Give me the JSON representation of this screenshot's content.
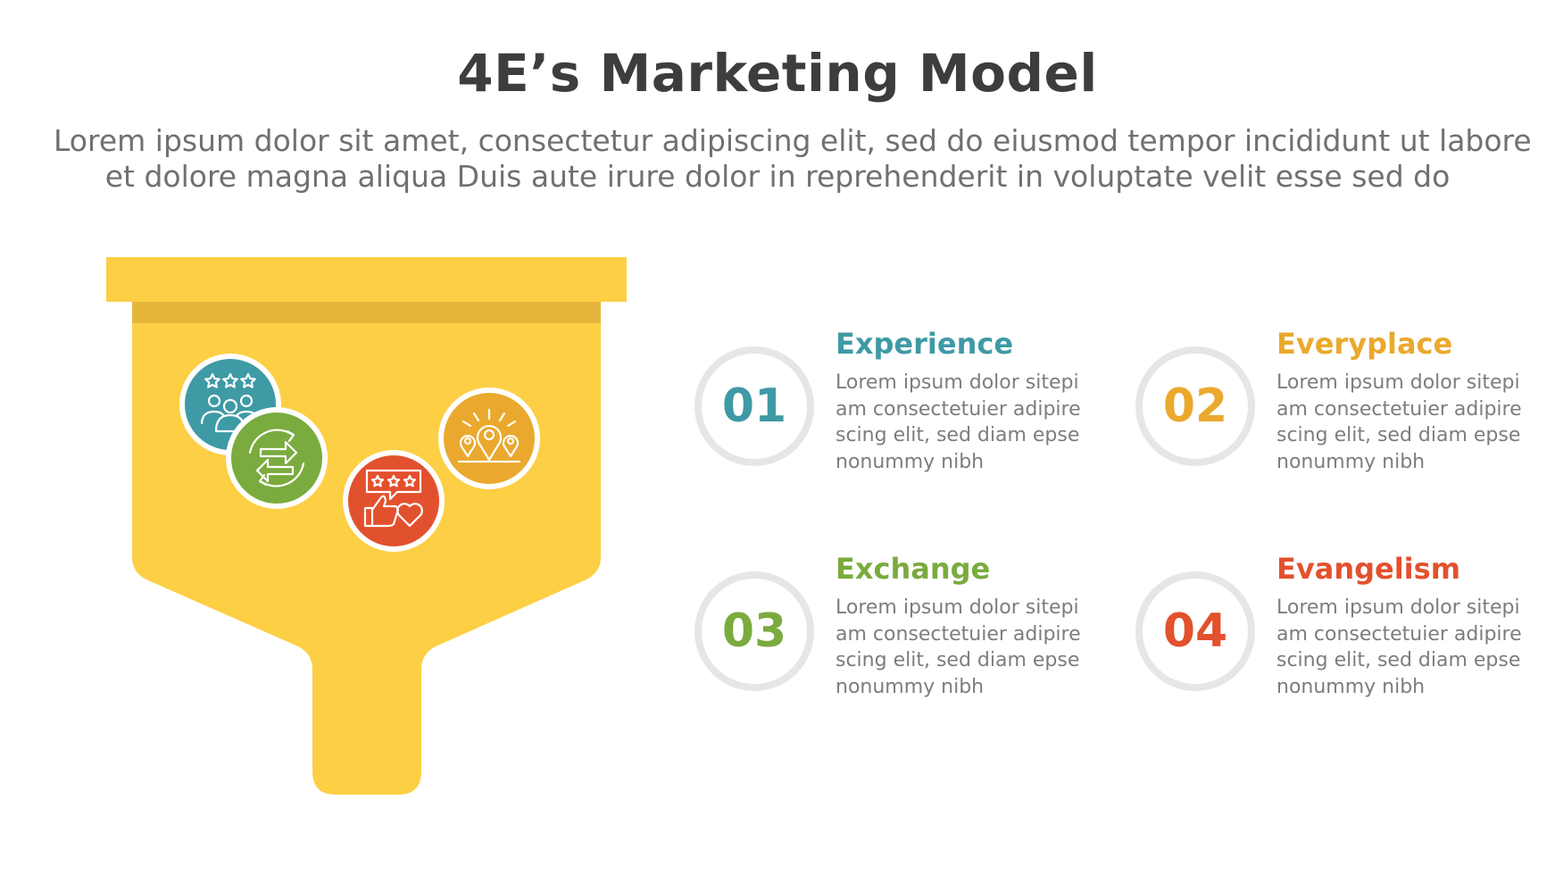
{
  "title": "4E’s Marketing Model",
  "subtitle": {
    "line1": "Lorem ipsum dolor sit amet, consectetur adipiscing elit, sed do eiusmod tempor incididunt ut labore",
    "line2": "et dolore magna aliqua Duis aute irure dolor in reprehenderit in voluptate velit esse sed do"
  },
  "funnel": {
    "body_color": "#fdcf45",
    "band_color": "#e6b63c",
    "icons": [
      {
        "name": "people-rating-icon",
        "color": "#3e9aa5"
      },
      {
        "name": "location-pins-icon",
        "color": "#eaa92e"
      },
      {
        "name": "exchange-arrows-icon",
        "color": "#7aab3e"
      },
      {
        "name": "review-like-icon",
        "color": "#e2512d"
      }
    ]
  },
  "items": [
    {
      "number": "01",
      "heading": "Experience",
      "color": "#3e9aa5",
      "lines": [
        "Lorem ipsum dolor sitepi",
        "am consectetuier adipire",
        "scing elit, sed diam epse",
        "nonummy nibh"
      ]
    },
    {
      "number": "02",
      "heading": "Everyplace",
      "color": "#eaa92e",
      "lines": [
        "Lorem ipsum dolor sitepi",
        "am consectetuier adipire",
        "scing elit, sed diam epse",
        "nonummy nibh"
      ]
    },
    {
      "number": "03",
      "heading": "Exchange",
      "color": "#7aab3e",
      "lines": [
        "Lorem ipsum dolor sitepi",
        "am consectetuier adipire",
        "scing elit, sed diam epse",
        "nonummy nibh"
      ]
    },
    {
      "number": "04",
      "heading": "Evangelism",
      "color": "#e2512d",
      "lines": [
        "Lorem ipsum dolor sitepi",
        "am consectetuier adipire",
        "scing elit, sed diam epse",
        "nonummy nibh"
      ]
    }
  ]
}
